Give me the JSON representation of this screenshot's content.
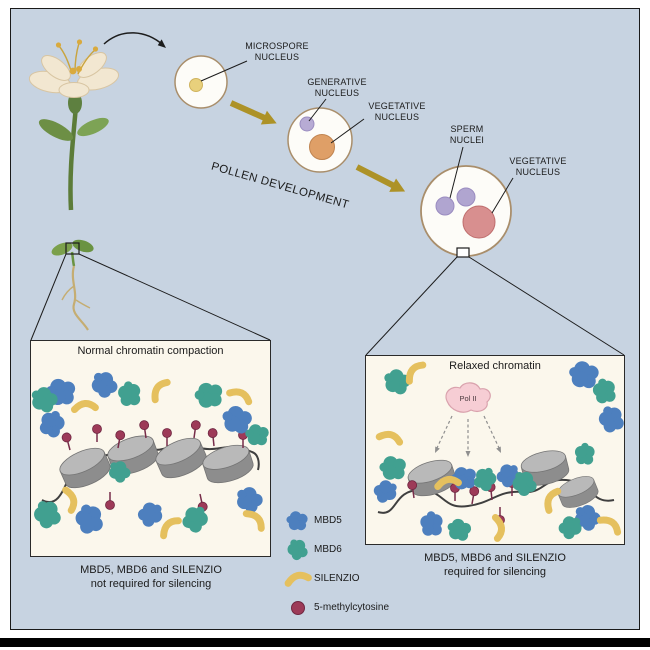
{
  "colors": {
    "background": "#c7d3e1",
    "panel": "#fbf7ec",
    "mbd5": "#4d7fbe",
    "mbd6": "#41a090",
    "silenzio": "#e5c05e",
    "methylcytosine": "#9d3a58",
    "arrow_gold": "#ad9227",
    "pol2_pink": "#f6cdd4"
  },
  "development": {
    "title": "POLLEN DEVELOPMENT",
    "labels": {
      "microspore": "MICROSPORE\nNUCLEUS",
      "generative": "GENERATIVE\nNUCLEUS",
      "vegetative1": "VEGETATIVE\nNUCLEUS",
      "sperm": "SPERM\nNUCLEI",
      "vegetative2": "VEGETATIVE\nNUCLEUS"
    }
  },
  "panels": {
    "left": {
      "title": "Normal chromatin compaction",
      "caption": "MBD5, MBD6 and SILENZIO\nnot required for silencing"
    },
    "right": {
      "title": "Relaxed chromatin",
      "pol2": "Pol II",
      "caption": "MBD5, MBD6 and SILENZIO\nrequired for silencing"
    }
  },
  "legend": {
    "items": [
      {
        "label": "MBD5"
      },
      {
        "label": "MBD6"
      },
      {
        "label": "SILENZIO"
      },
      {
        "label": "5-methylcytosine"
      }
    ]
  }
}
